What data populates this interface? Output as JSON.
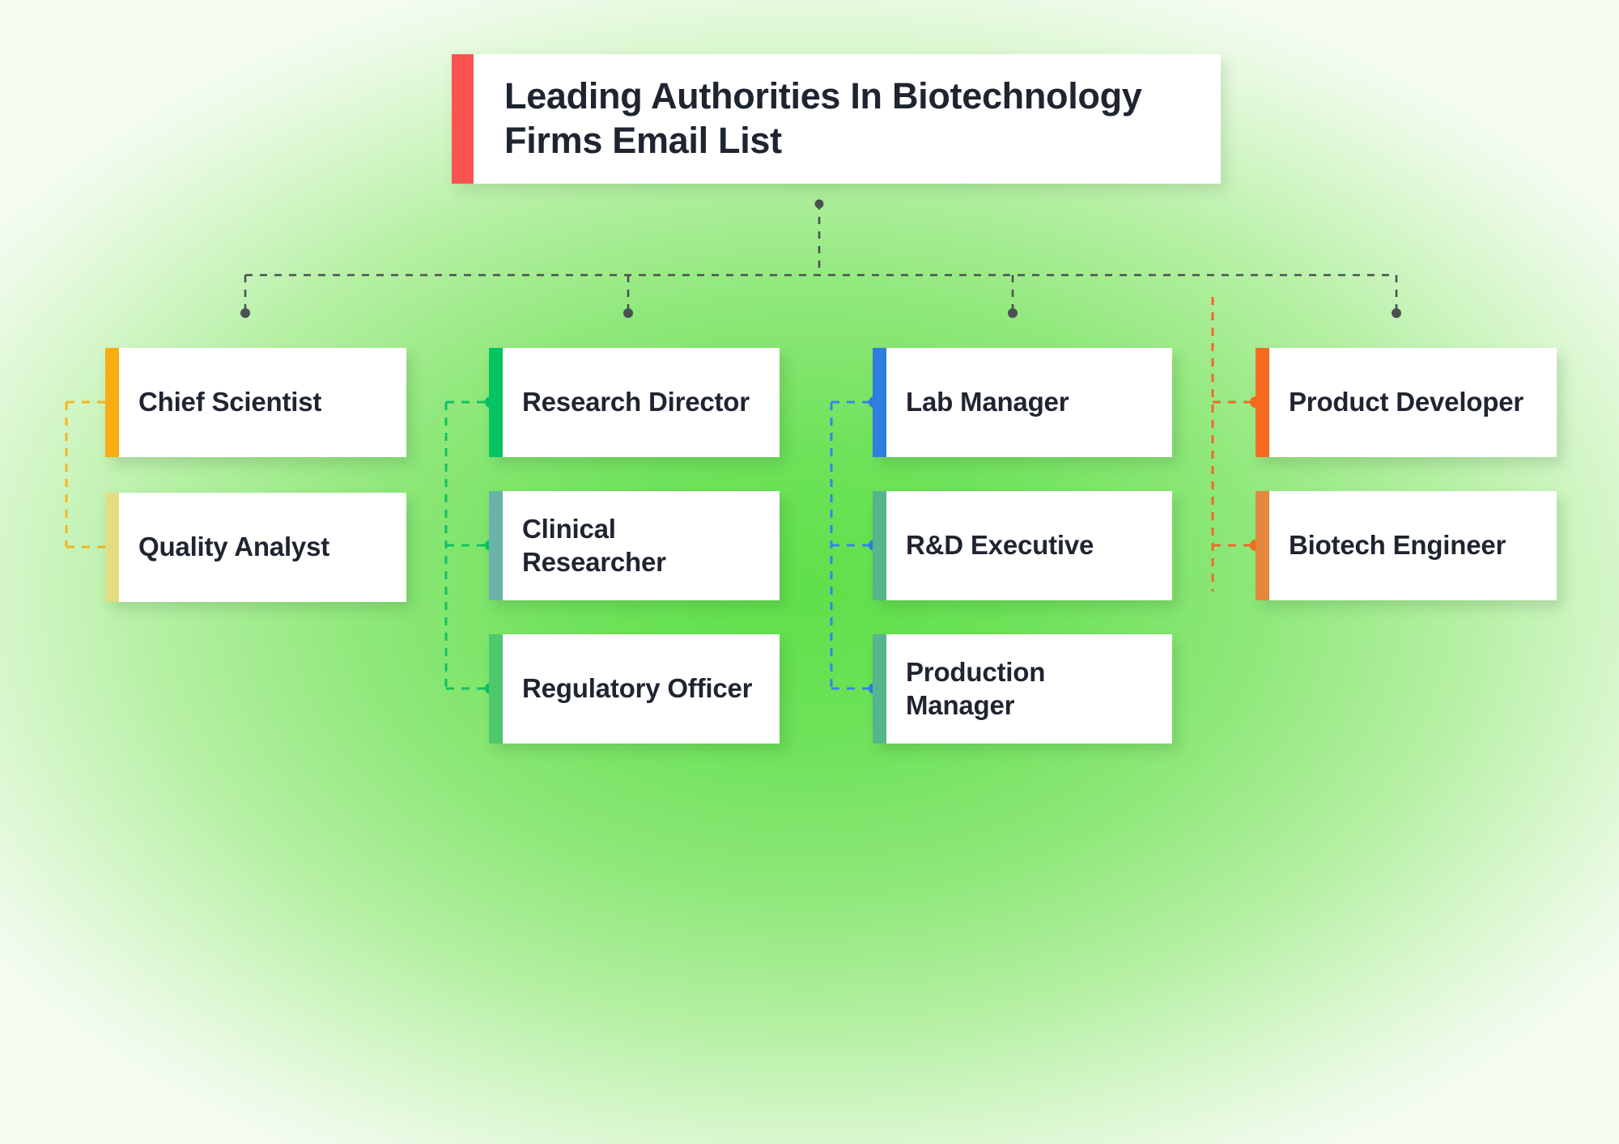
{
  "title": {
    "text": "Leading Authorities In Biotechnology Firms Email List",
    "accent_color": "#fb5450"
  },
  "palette": {
    "background_center": "#5fe04a",
    "background_edge": "#f6fdf3",
    "card_background": "#ffffff",
    "text_color": "#1f2530",
    "connector_root": "#4a5153",
    "connector_col1": "#f7b322",
    "connector_col2": "#12c165",
    "connector_col3": "#3a82e8",
    "connector_col4": "#f0692a"
  },
  "columns": [
    {
      "id": "column-1",
      "connector_color": "#f7b322",
      "nodes": [
        {
          "id": "chief-scientist",
          "label": "Chief Scientist",
          "accent": "#f9ac13"
        },
        {
          "id": "quality-analyst",
          "label": "Quality Analyst",
          "accent": "#e3de84"
        }
      ]
    },
    {
      "id": "column-2",
      "connector_color": "#12c165",
      "nodes": [
        {
          "id": "research-director",
          "label": "Research Director",
          "accent": "#06c462"
        },
        {
          "id": "clinical-researcher",
          "label": "Clinical Researcher",
          "accent": "#6bb2ab"
        },
        {
          "id": "regulatory-officer",
          "label": "Regulatory Officer",
          "accent": "#4ec86d"
        }
      ]
    },
    {
      "id": "column-3",
      "connector_color": "#3a82e8",
      "nodes": [
        {
          "id": "lab-manager",
          "label": "Lab Manager",
          "accent": "#2f7de0"
        },
        {
          "id": "rd-executive",
          "label": "R&D Executive",
          "accent": "#55b58c"
        },
        {
          "id": "production-manager",
          "label": "Production Manager",
          "accent": "#55b58c"
        }
      ]
    },
    {
      "id": "column-4",
      "connector_color": "#f0692a",
      "nodes": [
        {
          "id": "product-developer",
          "label": "Product Developer",
          "accent": "#f96a21"
        },
        {
          "id": "biotech-engineer",
          "label": "Biotech Engineer",
          "accent": "#e3893f"
        }
      ]
    }
  ],
  "chart_data": {
    "type": "diagram",
    "diagram_type": "organization-tree",
    "root": "Leading Authorities In Biotechnology Firms Email List",
    "branches": [
      {
        "branch": 1,
        "members": [
          "Chief Scientist",
          "Quality Analyst"
        ]
      },
      {
        "branch": 2,
        "members": [
          "Research Director",
          "Clinical Researcher",
          "Regulatory Officer"
        ]
      },
      {
        "branch": 3,
        "members": [
          "Lab Manager",
          "R&D Executive",
          "Production Manager"
        ]
      },
      {
        "branch": 4,
        "members": [
          "Product Developer",
          "Biotech Engineer"
        ]
      }
    ],
    "total_nodes": 10,
    "title": "Leading Authorities In Biotechnology Firms Email List"
  }
}
